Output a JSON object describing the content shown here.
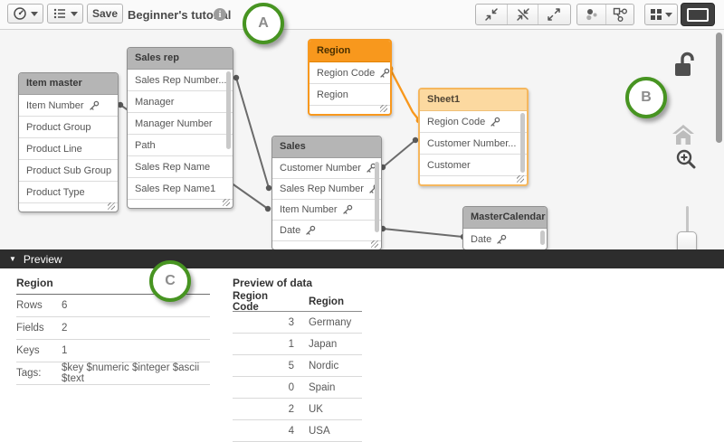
{
  "toolbar": {
    "save_label": "Save",
    "title": "Beginner's tutorial",
    "info_glyph": "i",
    "icons": [
      "compass-icon",
      "bullet-list-icon",
      "info-icon",
      "arrows-inward-icon",
      "arrows-crossed-icon",
      "arrows-outward-icon",
      "bubbles-icon",
      "auto-layout-icon",
      "grid-menu-icon",
      "toggle-preview-icon"
    ]
  },
  "canvas": {
    "tables": {
      "item_master": {
        "title": "Item master",
        "fields": [
          {
            "name": "Item Number",
            "key": true
          },
          {
            "name": "Product Group",
            "key": false
          },
          {
            "name": "Product Line",
            "key": false
          },
          {
            "name": "Product Sub Group",
            "key": false
          },
          {
            "name": "Product Type",
            "key": false
          }
        ]
      },
      "sales_rep": {
        "title": "Sales rep",
        "fields": [
          {
            "name": "Sales Rep Number...",
            "key": false
          },
          {
            "name": "Manager",
            "key": false
          },
          {
            "name": "Manager Number",
            "key": false
          },
          {
            "name": "Path",
            "key": false
          },
          {
            "name": "Sales Rep Name",
            "key": false
          },
          {
            "name": "Sales Rep Name1",
            "key": false
          }
        ]
      },
      "region": {
        "title": "Region",
        "selected": true,
        "fields": [
          {
            "name": "Region Code",
            "key": true
          },
          {
            "name": "Region",
            "key": false
          }
        ]
      },
      "sheet1": {
        "title": "Sheet1",
        "highlighted": true,
        "fields": [
          {
            "name": "Region Code",
            "key": true
          },
          {
            "name": "Customer Number...",
            "key": false
          },
          {
            "name": "Customer",
            "key": false
          }
        ]
      },
      "sales": {
        "title": "Sales",
        "fields": [
          {
            "name": "Customer Number",
            "key": true
          },
          {
            "name": "Sales Rep Number",
            "key": true
          },
          {
            "name": "Item Number",
            "key": true
          },
          {
            "name": "Date",
            "key": true
          }
        ]
      },
      "master_calendar": {
        "title": "MasterCalendar",
        "fields": [
          {
            "name": "Date",
            "key": true
          }
        ]
      }
    },
    "side_icons": [
      "open-padlock-icon",
      "home-icon",
      "zoom-in-icon",
      "zoom-slider"
    ]
  },
  "preview": {
    "bar_label": "Preview",
    "collapse_glyph": "▼",
    "summary": {
      "title": "Region",
      "rows": [
        {
          "label": "Rows",
          "value": "6"
        },
        {
          "label": "Fields",
          "value": "2"
        },
        {
          "label": "Keys",
          "value": "1"
        },
        {
          "label": "Tags:",
          "value": "$key $numeric $integer $ascii $text"
        }
      ]
    },
    "data_preview": {
      "title": "Preview of data",
      "columns": [
        "Region Code",
        "Region"
      ],
      "rows": [
        [
          "3",
          "Germany"
        ],
        [
          "1",
          "Japan"
        ],
        [
          "5",
          "Nordic"
        ],
        [
          "0",
          "Spain"
        ],
        [
          "2",
          "UK"
        ],
        [
          "4",
          "USA"
        ]
      ]
    }
  },
  "annotations": {
    "a": "A",
    "b": "B",
    "c": "C"
  },
  "colors": {
    "accent_orange": "#f8981d",
    "highlight_light_orange": "#fcd9a0",
    "annotation_green": "#479421",
    "header_gray": "#b5b5b5",
    "preview_bar": "#2d2d2d"
  }
}
